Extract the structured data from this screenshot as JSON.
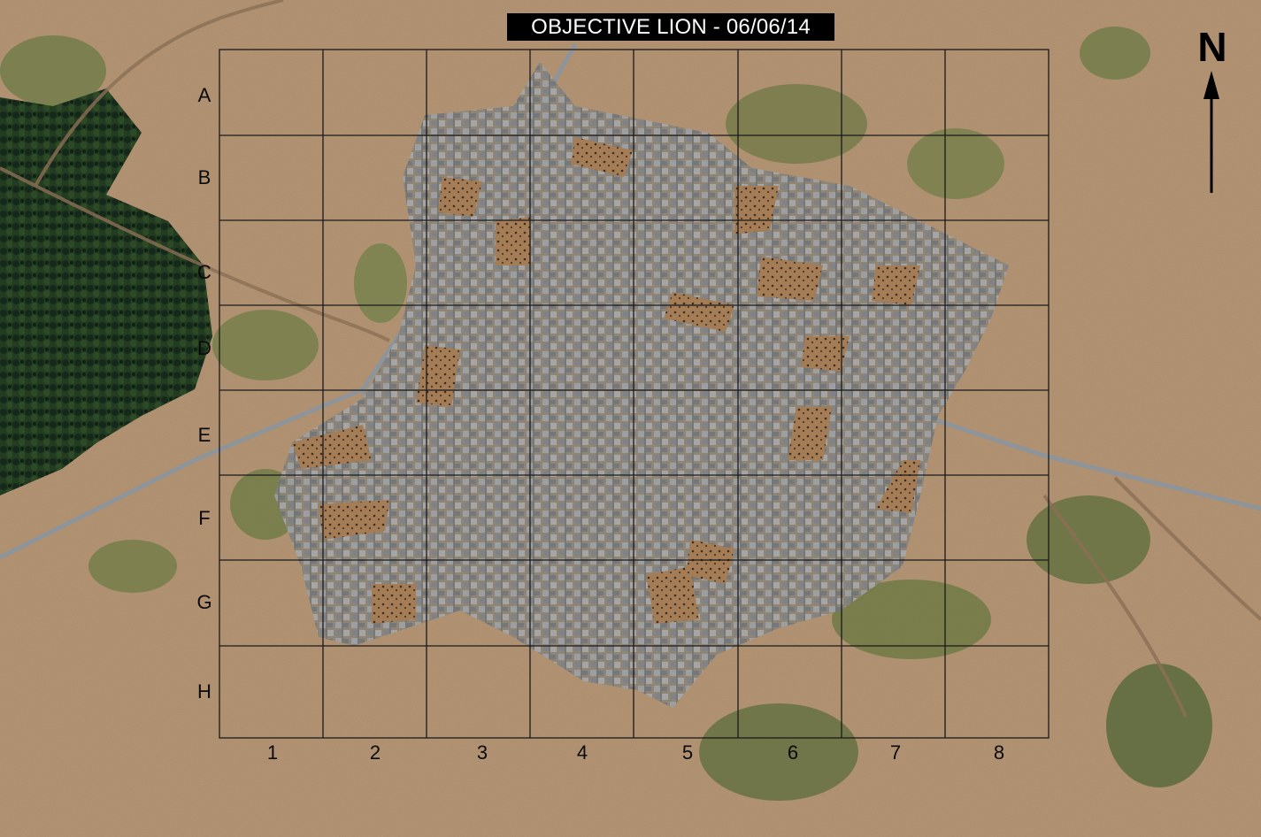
{
  "title": "OBJECTIVE LION - 06/06/14",
  "grid": {
    "rows": [
      "A",
      "B",
      "C",
      "D",
      "E",
      "F",
      "G",
      "H"
    ],
    "columns": [
      "1",
      "2",
      "3",
      "4",
      "5",
      "6",
      "7",
      "8"
    ]
  },
  "north_label": "N",
  "colors": {
    "terrain": "#b39170",
    "vegetation": "#6f7a45",
    "forest": "#1f3a1e",
    "road": "#8d949a",
    "buildings": "#7d858c",
    "fields": "#a07a52",
    "grid_lines": "#1a1a1a",
    "title_bg": "#000000",
    "title_text": "#ffffff"
  },
  "icons": [
    "north-arrow-icon"
  ]
}
